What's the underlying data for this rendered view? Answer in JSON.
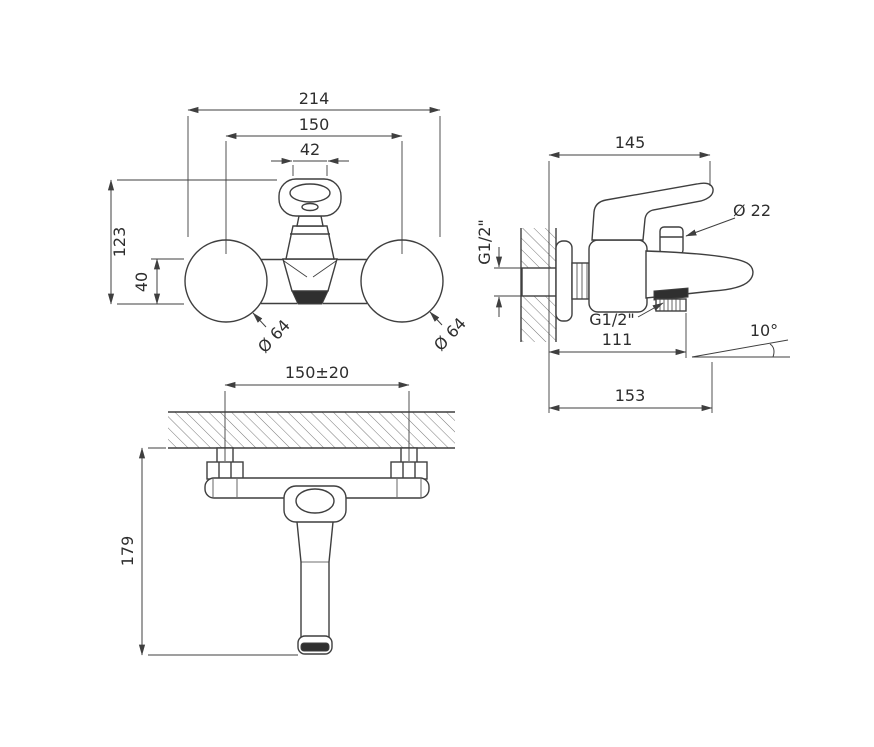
{
  "drawing": {
    "front": {
      "total_width": "214",
      "centers_width": "150",
      "cartridge_width": "42",
      "total_height": "123",
      "body_height": "40",
      "flange_dia_left": "Ø 64",
      "flange_dia_right": "Ø 64"
    },
    "side": {
      "depth_to_handle": "145",
      "inlet_thread": "G1/2\"",
      "diverter_dia": "Ø 22",
      "outlet_thread": "G1/2\"",
      "spout_reach": "111",
      "spout_angle": "10°",
      "total_depth": "153"
    },
    "bottom": {
      "mounting_span": "150±20",
      "spout_drop": "179"
    },
    "colors": {
      "line": "#3f3f3f",
      "text": "#2e2e2e",
      "dark_fill": "#2f2f2f",
      "background": "#ffffff"
    }
  }
}
